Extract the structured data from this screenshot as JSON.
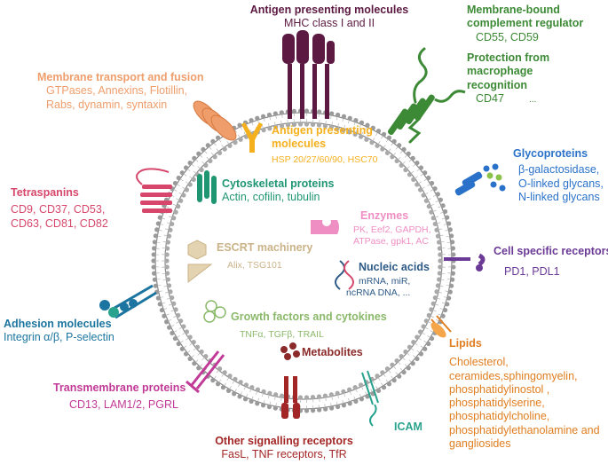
{
  "colors": {
    "mhc": "#5c1a42",
    "complement": "#3c8a35",
    "transport": "#ef9e6b",
    "glyco": "#2a72c9",
    "tetraspanin": "#d6476b",
    "chaperone": "#f5b01e",
    "cytoskeleton": "#1f9672",
    "enzyme": "#ef8ec3",
    "escrt": "#cbb389",
    "nucleic": "#2d5a86",
    "growth": "#8bb96a",
    "metabolite": "#8c2a2a",
    "receptor": "#6b3a96",
    "adhesion": "#1c75a0",
    "transmembrane": "#c23a98",
    "lipid": "#e07e20",
    "signalling": "#a32626",
    "icam": "#2aa38e",
    "membrane": "#777777"
  },
  "icons": [
    "mhc-molecule-icon",
    "complement-regulator-icon",
    "cd47-icon",
    "membrane-transport-icon",
    "hsp-chaperone-icon",
    "glycan-icon",
    "tetraspanin-icon",
    "cytoskeleton-icon",
    "enzyme-icon",
    "escrt-icon",
    "nucleic-acid-icon",
    "receptor-icon",
    "adhesion-molecule-icon",
    "growth-factor-icon",
    "lipid-icon",
    "metabolite-icon",
    "transmembrane-protein-icon",
    "signalling-receptor-icon",
    "icam-icon"
  ],
  "labels": {
    "mhc": {
      "title": "Antigen presenting molecules",
      "detail": "MHC class I and II"
    },
    "complement": {
      "title_line1": "Membrane-bound",
      "title_line2": "complement regulator",
      "detail": "CD55, CD59"
    },
    "protection": {
      "title_line1": "Protection from",
      "title_line2": "macrophage",
      "title_line3": "recognition",
      "detail": "CD47",
      "ellipsis": "..."
    },
    "transport": {
      "title": "Membrane transport and fusion",
      "detail_line1": "GTPases, Annexins, Flotillin,",
      "detail_line2": "Rabs, dynamin, syntaxin"
    },
    "hsp": {
      "title_line1": "Antigen presenting",
      "title_line2": "molecules",
      "detail": "HSP 20/27/60/90, HSC70"
    },
    "glyco": {
      "title": "Glycoproteins",
      "detail_line1": "β-galactosidase,",
      "detail_line2": "O-linked glycans,",
      "detail_line3": "N-linked glycans"
    },
    "tetraspanins": {
      "title": "Tetraspanins",
      "detail_line1": "CD9, CD37, CD53,",
      "detail_line2": "CD63, CD81, CD82"
    },
    "cytoskeleton": {
      "title": "Cytoskeletal proteins",
      "detail": "Actin, cofilin, tubulin"
    },
    "enzymes": {
      "title": "Enzymes",
      "detail_line1": "PK,   Eef2,   GAPDH,",
      "detail_line2": "ATPase, gpk1, AC"
    },
    "escrt": {
      "title": "ESCRT machinery",
      "detail": "Alix, TSG101"
    },
    "nucleic": {
      "title": "Nucleic acids",
      "detail_line1": "mRNA, miR,",
      "detail_line2": "ncRNA  DNA, ..."
    },
    "cellspecific": {
      "title": "Cell specific receptors",
      "detail": "PD1, PDL1"
    },
    "adhesion": {
      "title": "Adhesion molecules",
      "detail": "Integrin α/β, P-selectin"
    },
    "growth": {
      "title": "Growth factors and cytokines",
      "detail": "TNFα, TGFβ, TRAIL"
    },
    "lipids": {
      "title": "Lipids",
      "detail_line1": "Cholesterol,",
      "detail_line2": "ceramides,sphingomyelin,",
      "detail_line3": "phosphatidylinostol ,",
      "detail_line4": "phosphatidylserine,",
      "detail_line5": "phosphatidylcholine,",
      "detail_line6": "phosphatidylethanolamine and",
      "detail_line7": "gangliosides"
    },
    "metabolites": {
      "title": "Metabolites"
    },
    "transmembrane": {
      "title": "Transmembrane proteins",
      "detail": "CD13, LAM1/2, PGRL"
    },
    "signalling": {
      "title": "Other signalling receptors",
      "detail": "FasL, TNF receptors, TfR"
    },
    "icam": {
      "title": "ICAM"
    }
  }
}
